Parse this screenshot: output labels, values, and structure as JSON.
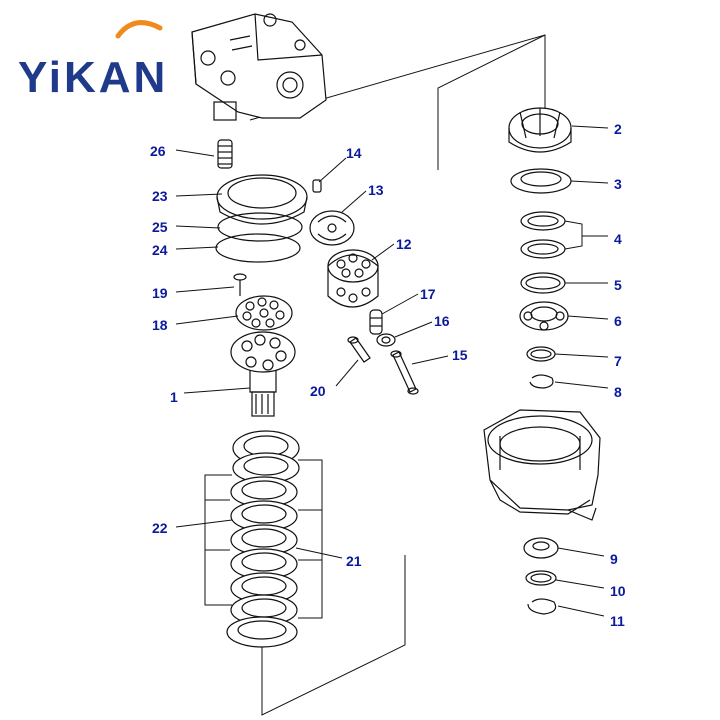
{
  "brand": {
    "logo_text": "YiKAN",
    "colors": {
      "text": "#1f3a8a",
      "arc": "#f08a1c",
      "callout": "#0a1a9c"
    }
  },
  "diagram": {
    "callouts": [
      {
        "id": "c1",
        "label": "1"
      },
      {
        "id": "c2",
        "label": "2"
      },
      {
        "id": "c3",
        "label": "3"
      },
      {
        "id": "c4",
        "label": "4"
      },
      {
        "id": "c5",
        "label": "5"
      },
      {
        "id": "c6",
        "label": "6"
      },
      {
        "id": "c7",
        "label": "7"
      },
      {
        "id": "c8",
        "label": "8"
      },
      {
        "id": "c9",
        "label": "9"
      },
      {
        "id": "c10",
        "label": "10"
      },
      {
        "id": "c11",
        "label": "11"
      },
      {
        "id": "c12",
        "label": "12"
      },
      {
        "id": "c13",
        "label": "13"
      },
      {
        "id": "c14",
        "label": "14"
      },
      {
        "id": "c15",
        "label": "15"
      },
      {
        "id": "c16",
        "label": "16"
      },
      {
        "id": "c17",
        "label": "17"
      },
      {
        "id": "c18",
        "label": "18"
      },
      {
        "id": "c19",
        "label": "19"
      },
      {
        "id": "c20",
        "label": "20"
      },
      {
        "id": "c21",
        "label": "21"
      },
      {
        "id": "c22",
        "label": "22"
      },
      {
        "id": "c23",
        "label": "23"
      },
      {
        "id": "c24",
        "label": "24"
      },
      {
        "id": "c25",
        "label": "25"
      },
      {
        "id": "c26",
        "label": "26"
      }
    ]
  }
}
